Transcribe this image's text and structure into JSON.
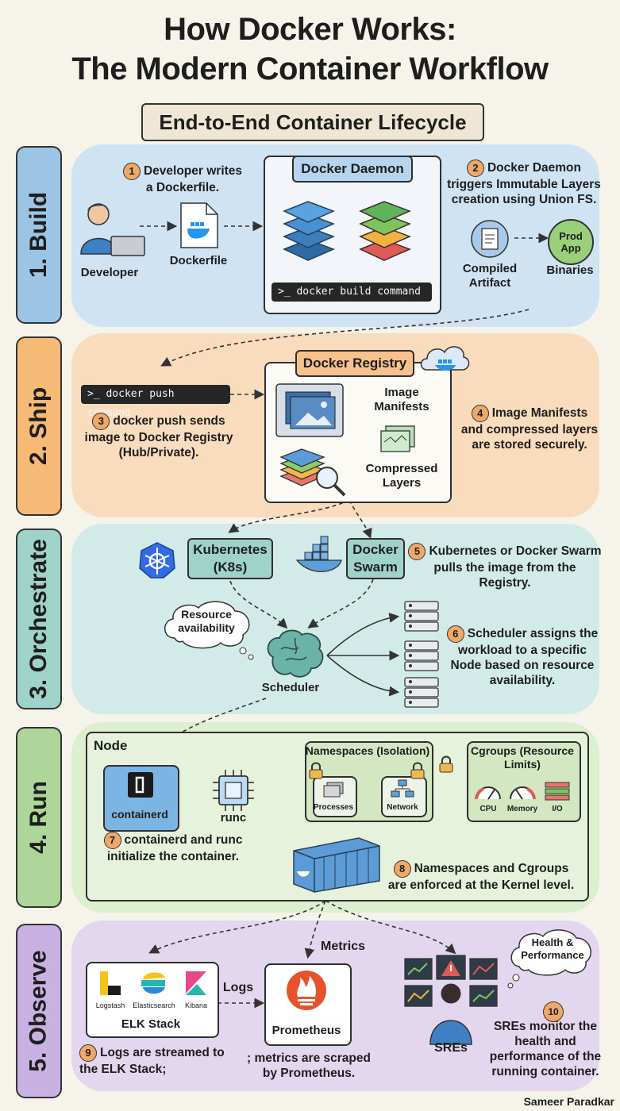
{
  "title_line1": "How Docker Works:",
  "title_line2": "The Modern Container Workflow",
  "subtitle": "End-to-End Container Lifecycle",
  "stages": {
    "build": "1. Build",
    "ship": "2. Ship",
    "orchestrate": "3. Orchestrate",
    "run": "4. Run",
    "observe": "5. Observe"
  },
  "build": {
    "step1_num": "1",
    "step1": "Developer writes a Dockerfile.",
    "developer": "Developer",
    "dockerfile": "Dockerfile",
    "daemon": "Docker Daemon",
    "command": ">_ docker build command",
    "step2_num": "2",
    "step2": "Docker Daemon triggers Immutable Layers creation using Union FS.",
    "compiled": "Compiled Artifact",
    "prod_app": "Prod App",
    "binaries": "Binaries"
  },
  "ship": {
    "command": ">_ docker push command",
    "step3_num": "3",
    "step3": "docker push sends image to Docker Registry (Hub/Private).",
    "registry": "Docker Registry",
    "manifests": "Image Manifests",
    "layers": "Compressed Layers",
    "step4_num": "4",
    "step4": "Image Manifests and compressed layers are stored securely."
  },
  "orchestrate": {
    "k8s": "Kubernetes (K8s)",
    "swarm": "Docker Swarm",
    "step5_num": "5",
    "step5": "Kubernetes or Docker Swarm pulls the image from the Registry.",
    "resource": "Resource availability",
    "scheduler": "Scheduler",
    "step6_num": "6",
    "step6": "Scheduler assigns the workload to a specific Node based on resource availability."
  },
  "run": {
    "node": "Node",
    "containerd": "containerd",
    "runc": "runc",
    "namespaces": "Namespaces (Isolation)",
    "processes": "Processes",
    "network": "Network",
    "cgroups": "Cgroups (Resource Limits)",
    "cpu": "CPU",
    "memory": "Memory",
    "io": "I/O",
    "step7_num": "7",
    "step7": "containerd and runc initialize the container.",
    "step8_num": "8",
    "step8": "Namespaces and Cgroups are enforced at the Kernel level."
  },
  "observe": {
    "metrics": "Metrics",
    "logstash": "Logstash",
    "elasticsearch": "Elasticsearch",
    "kibana": "Kibana",
    "elk": "ELK Stack",
    "logs": "Logs",
    "prometheus": "Prometheus",
    "health": "Health & Performance",
    "sres": "SREs",
    "step9_num": "9",
    "step9": "Logs are streamed to the ELK Stack;",
    "step9b": "; metrics are scraped by Prometheus.",
    "step10_num": "10",
    "step10": "SREs monitor the health and performance of the running container."
  },
  "author": "Sameer Paradkar",
  "colors": {
    "build": "#cfe3f3",
    "ship": "#f8dcbd",
    "orchestrate": "#d3ebe8",
    "run": "#dcefcf",
    "observe": "#e3d6ef",
    "accent": "#f0a868"
  }
}
